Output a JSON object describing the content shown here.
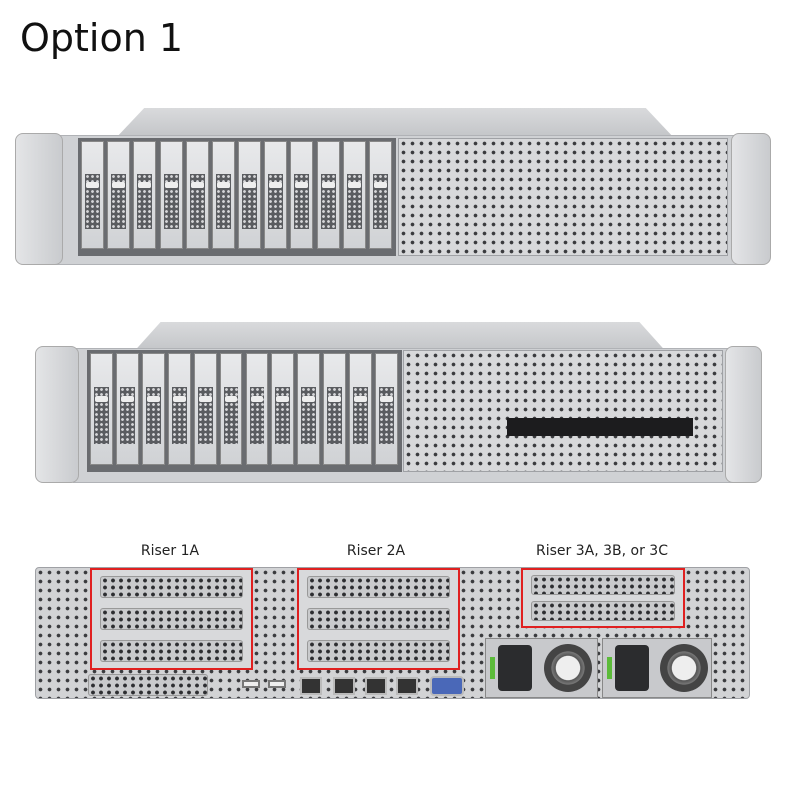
{
  "title": "Option 1",
  "rear": {
    "risers": [
      {
        "label": "Riser 1A"
      },
      {
        "label": "Riser 2A"
      },
      {
        "label": "Riser 3A, 3B, or 3C"
      }
    ],
    "highlight_color": "#e02020"
  },
  "servers": {
    "front_drive_bays": 12,
    "second_has_optical_drive": true
  }
}
